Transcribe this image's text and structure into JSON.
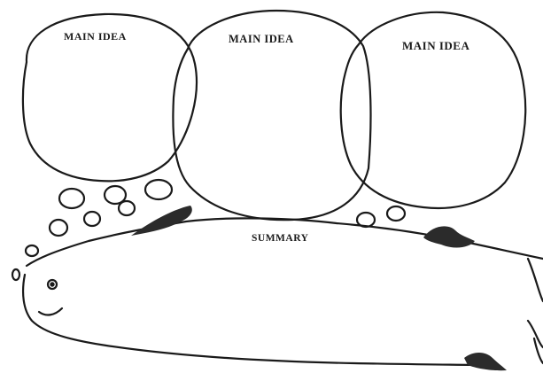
{
  "organizer": {
    "main_ideas": [
      {
        "label": "MAIN IDEA"
      },
      {
        "label": "MAIN IDEA"
      },
      {
        "label": "MAIN IDEA"
      }
    ],
    "summary": {
      "label": "SUMMARY"
    }
  },
  "colors": {
    "ink": "#1a1a1a",
    "fin_fill": "#2b2b2b",
    "background": "#ffffff"
  }
}
